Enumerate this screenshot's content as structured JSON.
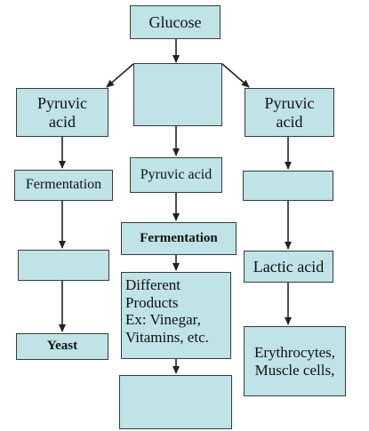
{
  "diagram": {
    "colors": {
      "box_fill": "#bfe3e6",
      "line": "#222222"
    },
    "nodes": {
      "glucose": "Glucose",
      "center_top": "",
      "left_pyruvic": "Pyruvic\nacid",
      "right_pyruvic": "Pyruvic\nacid",
      "left_fermentation": "Fermentation",
      "center_pyruvic": "Pyruvic acid",
      "right_blank": "",
      "center_fermentation": "Fermentation",
      "left_blank": "",
      "lactic_acid": "Lactic acid",
      "products": "Different\nProducts\nEx: Vinegar,\nVitamins, etc.",
      "yeast": "Yeast",
      "erythrocytes": "Erythrocytes,\nMuscle cells,",
      "center_bottom": ""
    }
  }
}
